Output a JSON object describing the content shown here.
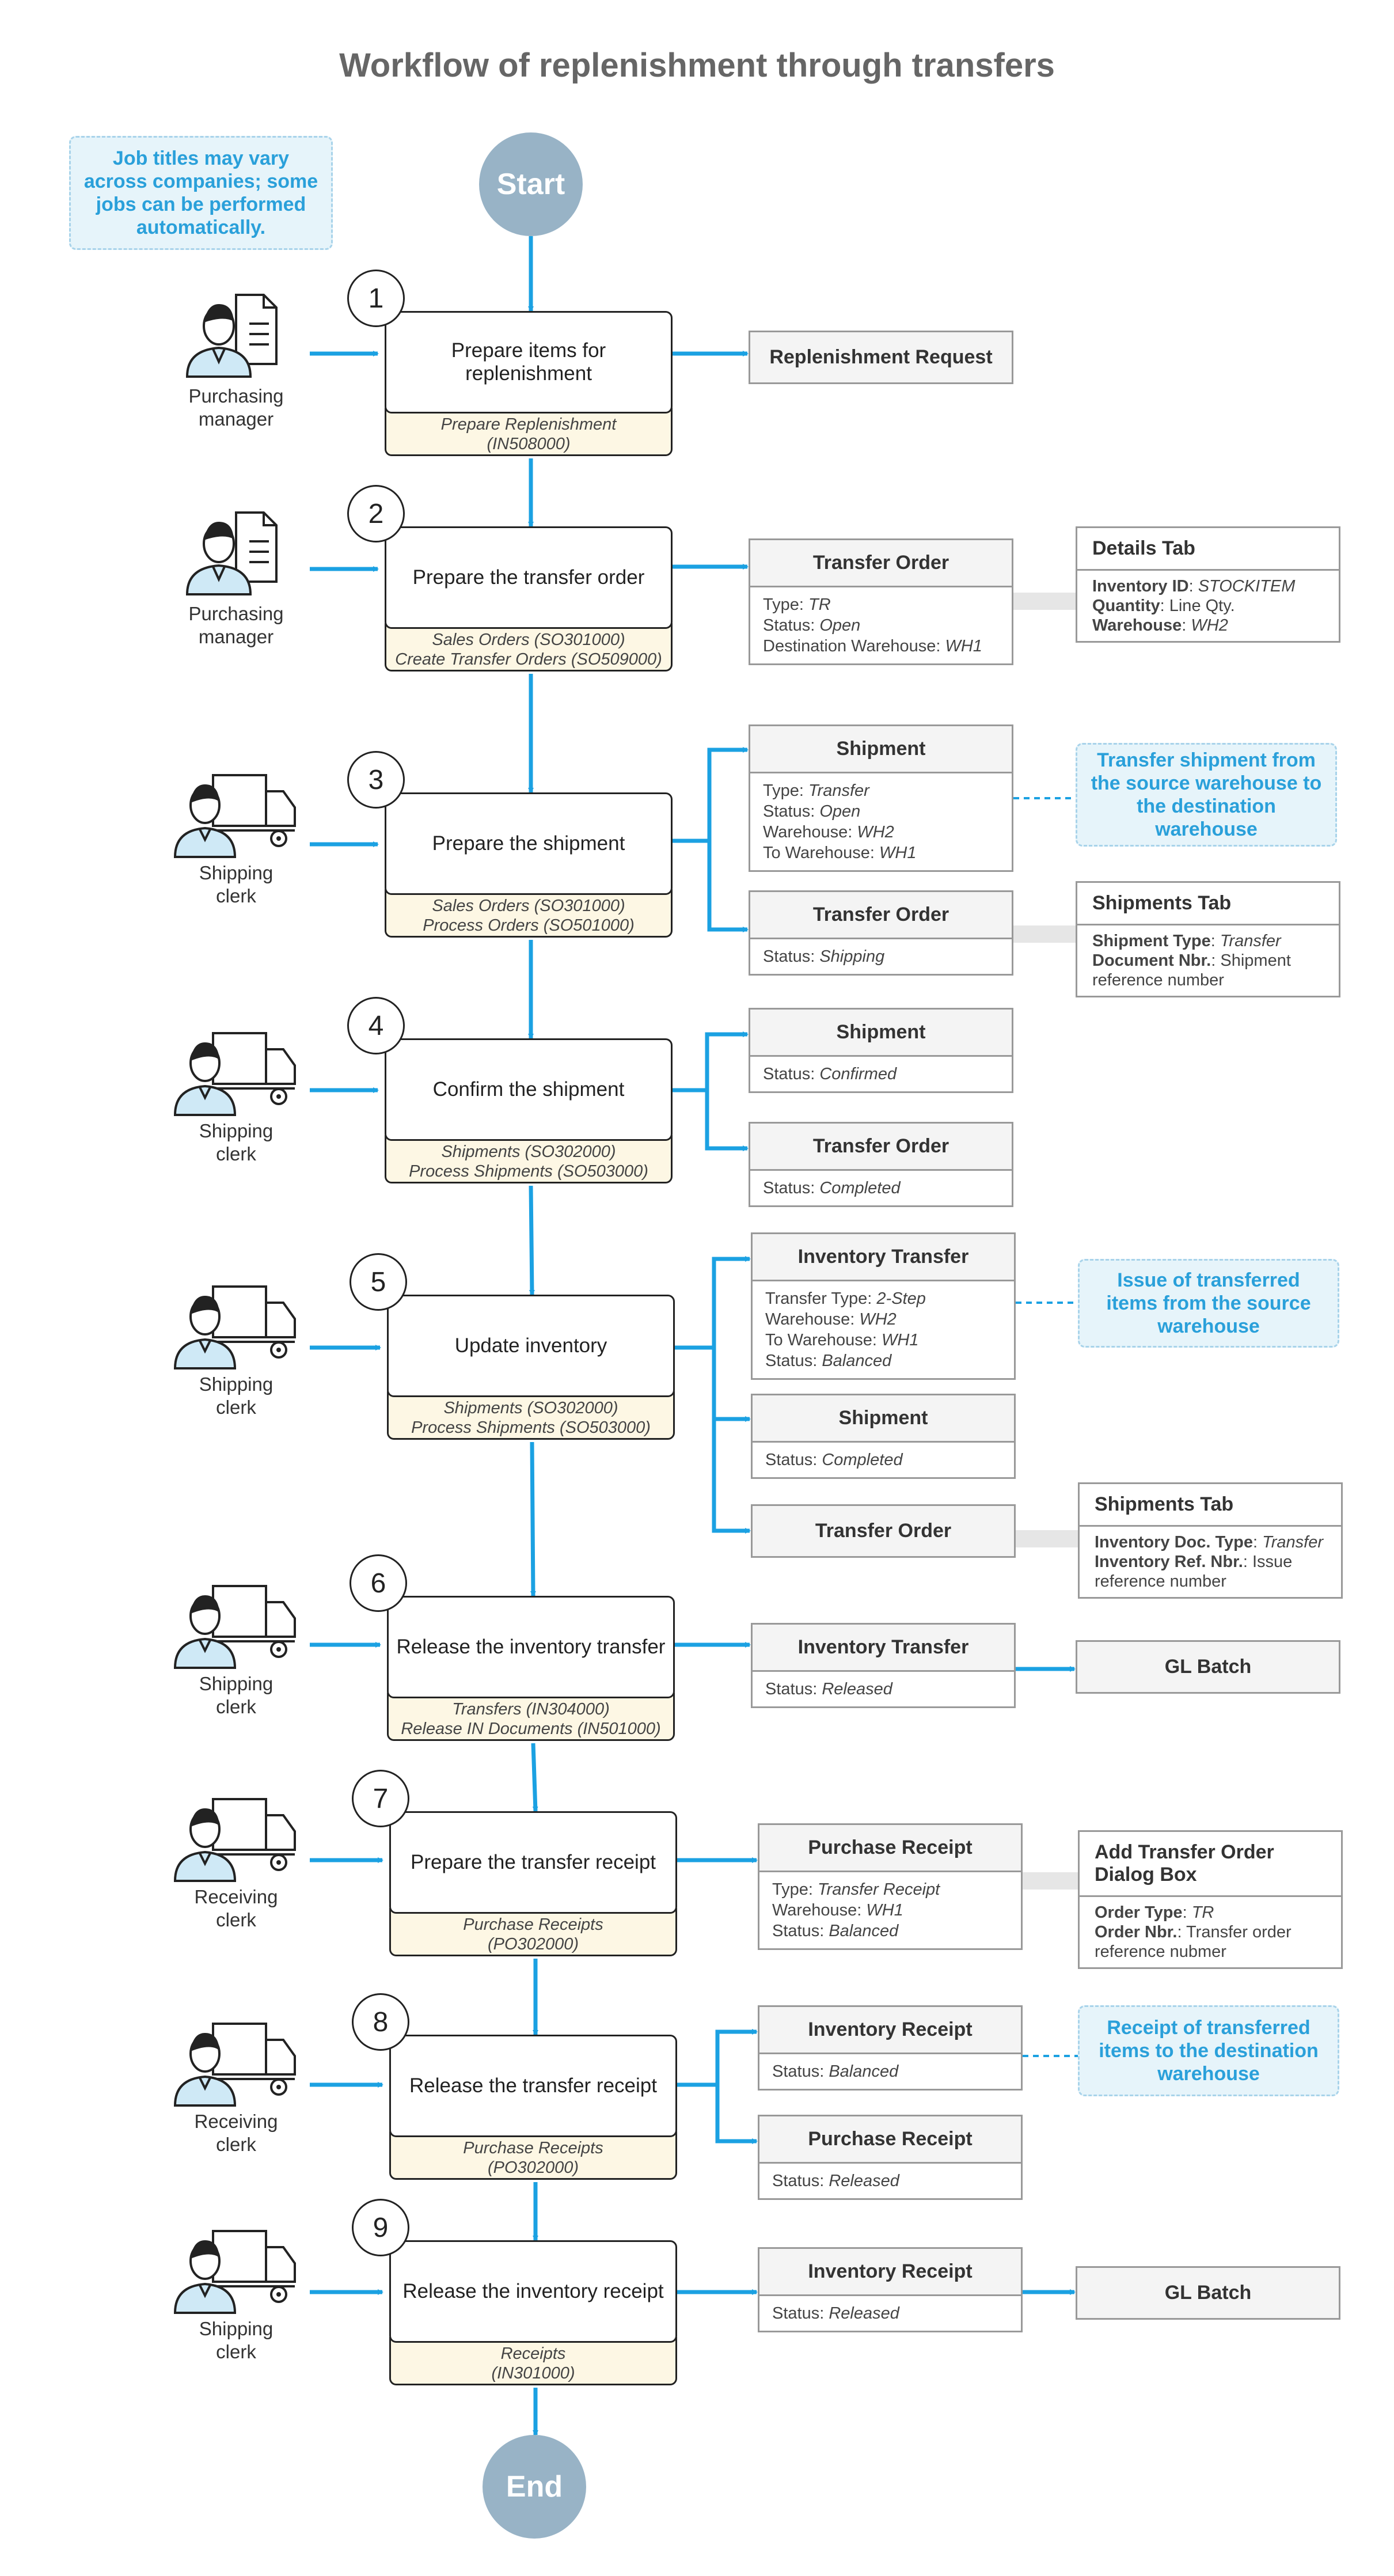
{
  "title": "Workflow of replenishment through transfers",
  "job_note": "Job titles may vary across companies; some jobs can be performed automatically.",
  "start_label": "Start",
  "end_label": "End",
  "colors": {
    "arrow": "#1ba1e2",
    "terminal": "#98b3c6",
    "note_bg": "#e6f4fa",
    "note_text": "#2aa0da",
    "forms_bg": "#fdf7e4"
  },
  "steps": [
    {
      "number": "1",
      "title": "Prepare items for replenishment",
      "forms": [
        "Prepare Replenishment",
        "(IN508000)"
      ],
      "actor": [
        "Purchasing",
        "manager"
      ],
      "actor_icon": "document-person-icon"
    },
    {
      "number": "2",
      "title": "Prepare the transfer order",
      "forms": [
        "Sales Orders (SO301000)",
        "Create Transfer Orders (SO509000)"
      ],
      "actor": [
        "Purchasing",
        "manager"
      ],
      "actor_icon": "document-person-icon"
    },
    {
      "number": "3",
      "title": "Prepare the shipment",
      "forms": [
        "Sales Orders (SO301000)",
        "Process Orders (SO501000)"
      ],
      "actor": [
        "Shipping",
        "clerk"
      ],
      "actor_icon": "truck-person-icon"
    },
    {
      "number": "4",
      "title": "Confirm the shipment",
      "forms": [
        "Shipments (SO302000)",
        "Process Shipments (SO503000)"
      ],
      "actor": [
        "Shipping",
        "clerk"
      ],
      "actor_icon": "truck-person-icon"
    },
    {
      "number": "5",
      "title": "Update inventory",
      "forms": [
        "Shipments (SO302000)",
        "Process Shipments (SO503000)"
      ],
      "actor": [
        "Shipping",
        "clerk"
      ],
      "actor_icon": "truck-person-icon"
    },
    {
      "number": "6",
      "title": "Release the inventory transfer",
      "forms": [
        "Transfers (IN304000)",
        "Release IN Documents (IN501000)"
      ],
      "actor": [
        "Shipping",
        "clerk"
      ],
      "actor_icon": "truck-person-icon"
    },
    {
      "number": "7",
      "title": "Prepare the transfer receipt",
      "forms": [
        "Purchase Receipts",
        "(PO302000)"
      ],
      "actor": [
        "Receiving",
        "clerk"
      ],
      "actor_icon": "truck-person-icon"
    },
    {
      "number": "8",
      "title": "Release the transfer receipt",
      "forms": [
        "Purchase Receipts",
        "(PO302000)"
      ],
      "actor": [
        "Receiving",
        "clerk"
      ],
      "actor_icon": "truck-person-icon"
    },
    {
      "number": "9",
      "title": "Release the inventory receipt",
      "forms": [
        "Receipts",
        "(IN301000)"
      ],
      "actor": [
        "Shipping",
        "clerk"
      ],
      "actor_icon": "truck-person-icon"
    }
  ],
  "cards": [
    {
      "title": "Replenishment Request",
      "lines": []
    },
    {
      "title": "Transfer Order",
      "lines": [
        [
          "Type: ",
          "TR"
        ],
        [
          "Status: ",
          "Open"
        ],
        [
          "Destination Warehouse: ",
          "WH1"
        ]
      ]
    },
    {
      "title": "Shipment",
      "lines": [
        [
          "Type: ",
          "Transfer"
        ],
        [
          "Status: ",
          "Open"
        ],
        [
          "Warehouse: ",
          "WH2"
        ],
        [
          "To Warehouse: ",
          "WH1"
        ]
      ]
    },
    {
      "title": "Transfer Order",
      "lines": [
        [
          "Status: ",
          "Shipping"
        ]
      ]
    },
    {
      "title": "Shipment",
      "lines": [
        [
          "Status: ",
          "Confirmed"
        ]
      ]
    },
    {
      "title": "Transfer Order",
      "lines": [
        [
          "Status: ",
          "Completed"
        ]
      ]
    },
    {
      "title": "Inventory Transfer",
      "lines": [
        [
          "Transfer Type: ",
          "2-Step"
        ],
        [
          "Warehouse: ",
          "WH2"
        ],
        [
          "To Warehouse: ",
          "WH1"
        ],
        [
          "Status: ",
          "Balanced"
        ]
      ]
    },
    {
      "title": "Shipment",
      "lines": [
        [
          "Status: ",
          "Completed"
        ]
      ]
    },
    {
      "title": "Transfer Order",
      "lines": []
    },
    {
      "title": "Inventory Transfer",
      "lines": [
        [
          "Status: ",
          "Released"
        ]
      ]
    },
    {
      "title": "Purchase Receipt",
      "lines": [
        [
          "Type: ",
          "Transfer Receipt"
        ],
        [
          "Warehouse: ",
          "WH1"
        ],
        [
          "Status: ",
          "Balanced"
        ]
      ]
    },
    {
      "title": "Inventory Receipt",
      "lines": [
        [
          "Status: ",
          "Balanced"
        ]
      ]
    },
    {
      "title": "Purchase Receipt",
      "lines": [
        [
          "Status: ",
          "Released"
        ]
      ]
    },
    {
      "title": "Inventory Receipt",
      "lines": [
        [
          "Status: ",
          "Released"
        ]
      ]
    }
  ],
  "tabs": [
    {
      "title": "Details Tab",
      "lines": [
        [
          "Inventory ID",
          ": ",
          "STOCKITEM"
        ],
        [
          "Quantity",
          ": Line Qty.",
          ""
        ],
        [
          "Warehouse",
          ": ",
          "WH2"
        ]
      ]
    },
    {
      "title": "Shipments Tab",
      "lines": [
        [
          "Shipment Type",
          ": ",
          "Transfer"
        ],
        [
          "Document Nbr.",
          ": Shipment reference number",
          ""
        ]
      ]
    },
    {
      "title": "Shipments Tab",
      "lines": [
        [
          "Inventory Doc. Type",
          ": ",
          "Transfer"
        ],
        [
          "Inventory Ref. Nbr.",
          ": Issue reference number",
          ""
        ]
      ]
    },
    {
      "title": "GL Batch",
      "lines": []
    },
    {
      "title": "Add Transfer Order Dialog Box",
      "lines": [
        [
          "Order Type",
          ": ",
          "TR"
        ],
        [
          "Order Nbr.",
          ": Transfer order reference nubmer",
          ""
        ]
      ]
    },
    {
      "title": "GL Batch",
      "lines": []
    }
  ],
  "notes": [
    "Transfer shipment from the source warehouse to the destination warehouse",
    "Issue of transferred items from the source warehouse",
    "Receipt of transferred items to the destination warehouse"
  ]
}
